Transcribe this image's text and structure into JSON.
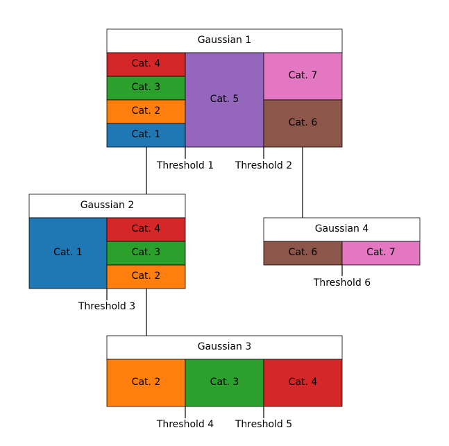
{
  "colors": {
    "cat1": "#1f77b4",
    "cat2": "#ff7f0e",
    "cat3": "#2ca02c",
    "cat4": "#d62728",
    "cat5": "#9467bd",
    "cat6": "#8c564b",
    "cat7": "#e377c2",
    "header": "#ffffff",
    "border": "#000000"
  },
  "nodes": {
    "g1": {
      "title": "Gaussian 1",
      "cats": {
        "c4": "Cat. 4",
        "c3": "Cat. 3",
        "c2": "Cat. 2",
        "c1": "Cat. 1",
        "c5": "Cat. 5",
        "c7": "Cat. 7",
        "c6": "Cat. 6"
      }
    },
    "g2": {
      "title": "Gaussian 2",
      "cats": {
        "c1": "Cat. 1",
        "c4": "Cat. 4",
        "c3": "Cat. 3",
        "c2": "Cat. 2"
      }
    },
    "g3": {
      "title": "Gaussian 3",
      "cats": {
        "c2": "Cat. 2",
        "c3": "Cat. 3",
        "c4": "Cat. 4"
      }
    },
    "g4": {
      "title": "Gaussian 4",
      "cats": {
        "c6": "Cat. 6",
        "c7": "Cat. 7"
      }
    }
  },
  "thresholds": {
    "t1": "Threshold 1",
    "t2": "Threshold 2",
    "t3": "Threshold 3",
    "t4": "Threshold 4",
    "t5": "Threshold 5",
    "t6": "Threshold 6"
  }
}
